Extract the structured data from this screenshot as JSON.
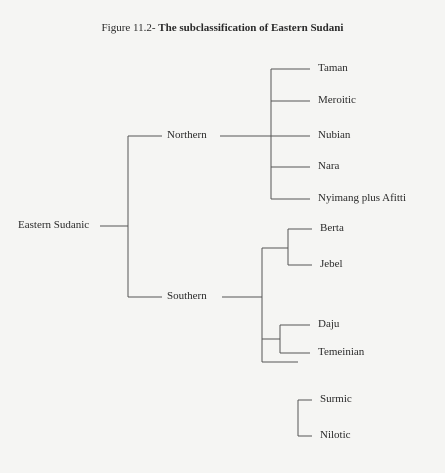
{
  "figure": {
    "title_prefix": "Figure 11.2-",
    "title_main": "The subclassification of Eastern Sudani"
  },
  "tree": {
    "root": "Eastern Sudanic",
    "northern": {
      "label": "Northern",
      "leaves": [
        "Taman",
        "Meroitic",
        "Nubian",
        "Nara",
        "Nyimang plus Afitti"
      ]
    },
    "southern": {
      "label": "Southern",
      "group1": [
        "Berta",
        "Jebel"
      ],
      "group2": [
        "Daju",
        "Temeinian"
      ],
      "group3": [
        "Surmic",
        "Nilotic"
      ]
    }
  },
  "colors": {
    "line": "#555555",
    "text": "#2a2a2a",
    "background": "#f5f5f3"
  }
}
